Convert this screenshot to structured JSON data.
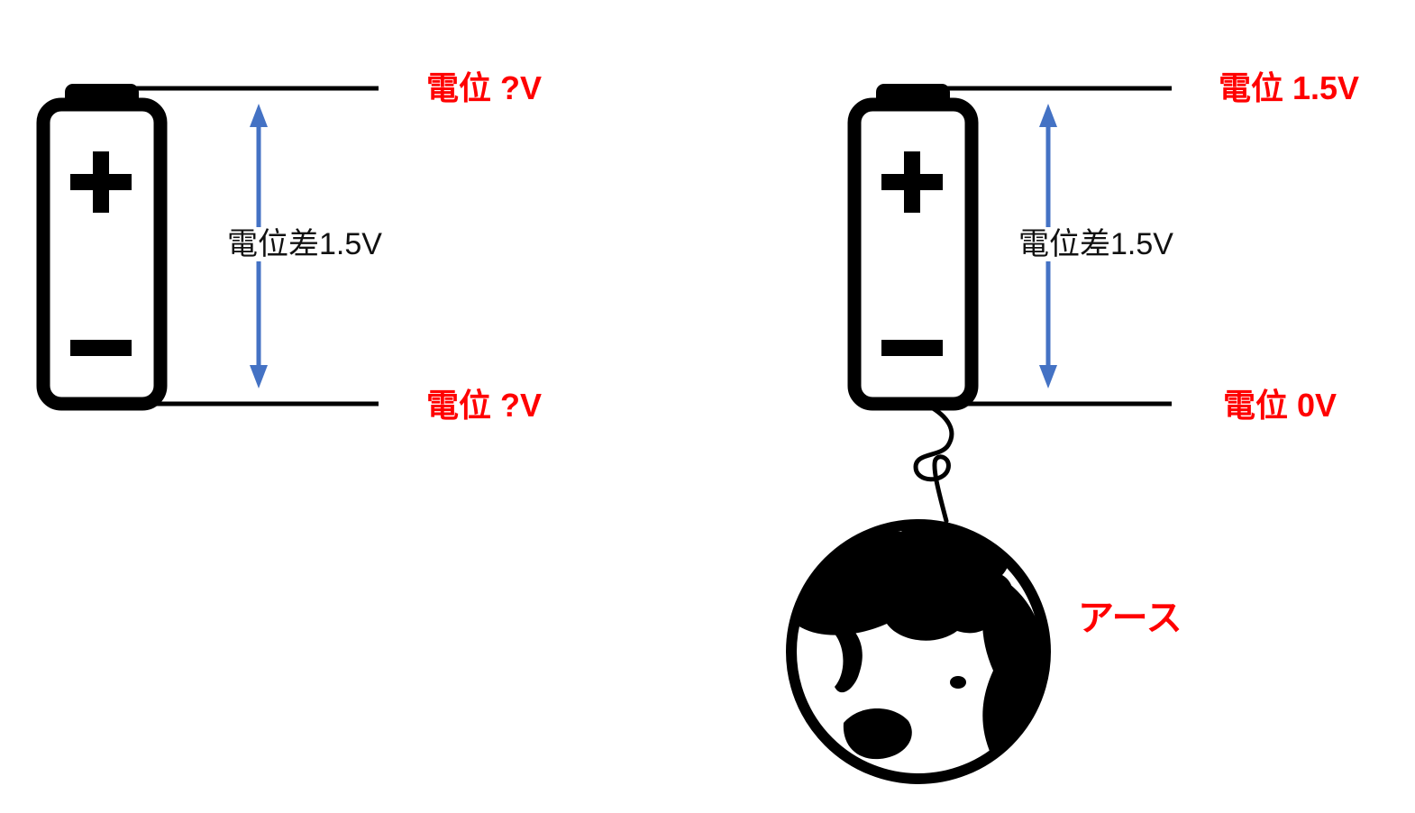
{
  "page": {
    "background": "#ffffff"
  },
  "colors": {
    "label_red": "#ff0000",
    "arrow_blue": "#4472c4",
    "ink_black": "#000000"
  },
  "left_circuit": {
    "top_potential_label": "電位 ?V",
    "bottom_potential_label": "電位 ?V",
    "potential_difference_label": "電位差1.5V"
  },
  "right_circuit": {
    "top_potential_label": "電位 1.5V",
    "bottom_potential_label": "電位 0V",
    "potential_difference_label": "電位差1.5V",
    "ground_label": "アース"
  },
  "icons": {
    "battery": "battery-icon",
    "earth": "earth-globe-icon",
    "arrow": "double-headed-arrow-icon"
  }
}
